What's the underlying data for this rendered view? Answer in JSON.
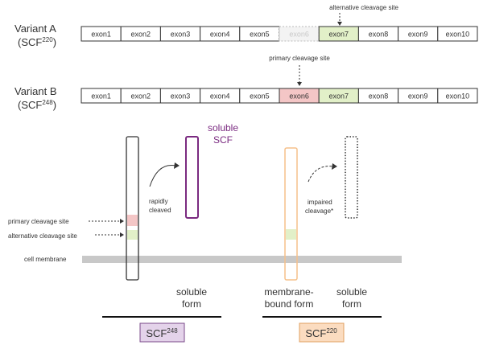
{
  "variant_a": {
    "title": "Variant A",
    "subtitle_prefix": "(SCF",
    "subtitle_sup": "220",
    "subtitle_suffix": ")",
    "annotation": "alternative cleavage site",
    "exons": [
      "exon1",
      "exon2",
      "exon3",
      "exon4",
      "exon5",
      "exon6",
      "exon7",
      "exon8",
      "exon9",
      "exon10"
    ],
    "exon6_missing": true
  },
  "variant_b": {
    "title": "Variant B",
    "subtitle_prefix": "(SCF",
    "subtitle_sup": "248",
    "subtitle_suffix": ")",
    "annotation": "primary cleavage site",
    "exons": [
      "exon1",
      "exon2",
      "exon3",
      "exon4",
      "exon5",
      "exon6",
      "exon7",
      "exon8",
      "exon9",
      "exon10"
    ]
  },
  "labels": {
    "soluble_scf_line1": "soluble",
    "soluble_scf_line2": "SCF",
    "rapidly_line1": "rapidly",
    "rapidly_line2": "cleaved",
    "impaired_line1": "impaired",
    "impaired_line2": "cleavage*",
    "primary_site": "primary cleavage site",
    "alternative_site": "alternative cleavage site",
    "cell_membrane": "cell membrane",
    "soluble_form_line1": "soluble",
    "soluble_form_line2": "form",
    "membrane_line1": "membrane-",
    "membrane_line2": "bound form",
    "soluble_form2_line1": "soluble",
    "soluble_form2_line2": "form"
  },
  "boxes": {
    "scf248": {
      "prefix": "SCF",
      "sup": "248"
    },
    "scf220": {
      "prefix": "SCF",
      "sup": "220"
    }
  },
  "colors": {
    "exon6_red": "#f4c6c6",
    "exon7_green": "#e2f0c8",
    "soluble_purple": "#7a2a80",
    "scf220_orange": "#f5c08a",
    "membrane_gray": "#c8c8c8",
    "box248_fill": "#e4d3ea",
    "box220_fill": "#fbdcc0"
  }
}
